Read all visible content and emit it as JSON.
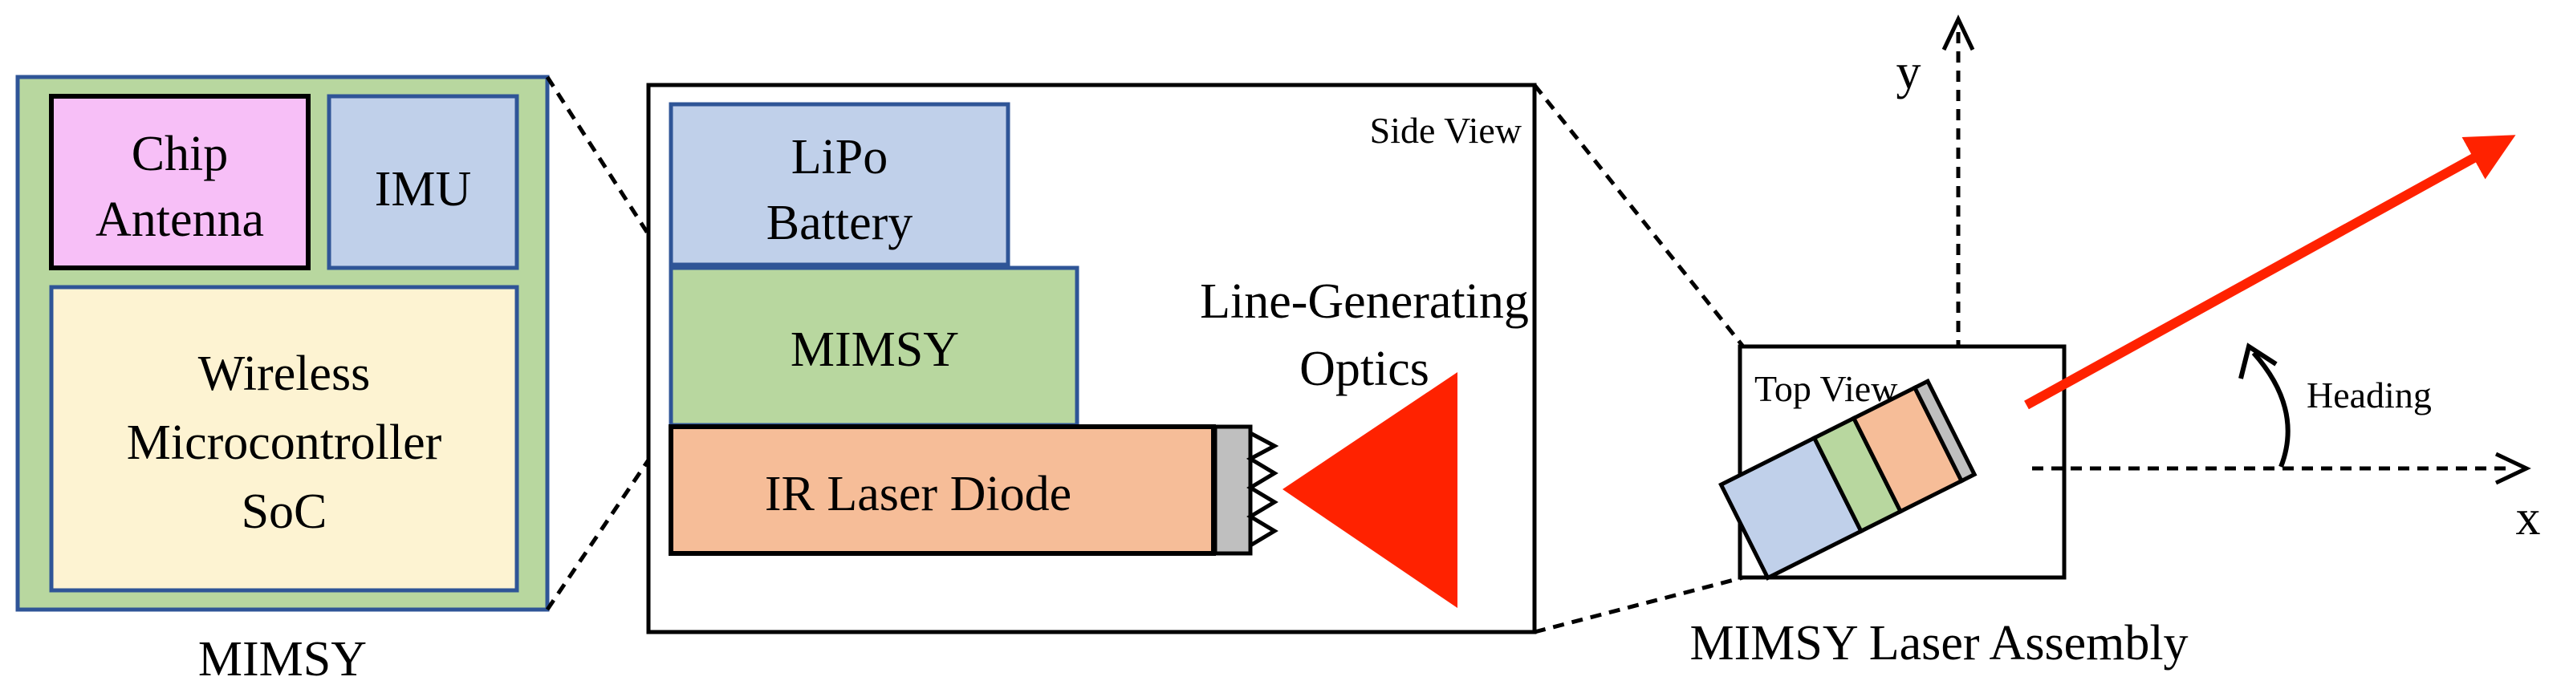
{
  "colors": {
    "board_green": "#b8d79f",
    "block_outline": "#2f5597",
    "chip_pink": "#f7bff7",
    "imu_blue": "#c0d0ea",
    "soc_yellow": "#fdf3d2",
    "battery_blue": "#c0d0ea",
    "mimsy_green": "#b8d79f",
    "laser_orange": "#f6bd98",
    "lens_gray": "#bfbfbf",
    "laser_red": "#ff2200"
  },
  "board": {
    "caption": "MIMSY",
    "chip_antenna": {
      "line1": "Chip",
      "line2": "Antenna"
    },
    "imu": "IMU",
    "soc": {
      "line1": "Wireless",
      "line2": "Microcontroller",
      "line3": "SoC"
    }
  },
  "side_view": {
    "title": "Side View",
    "battery": {
      "line1": "LiPo",
      "line2": "Battery"
    },
    "mimsy": "MIMSY",
    "laser": "IR Laser Diode",
    "optics": {
      "line1": "Line-Generating",
      "line2": "Optics"
    }
  },
  "top_view": {
    "title": "Top View",
    "caption": "MIMSY Laser Assembly",
    "axis_x": "x",
    "axis_y": "y",
    "heading": "Heading"
  }
}
